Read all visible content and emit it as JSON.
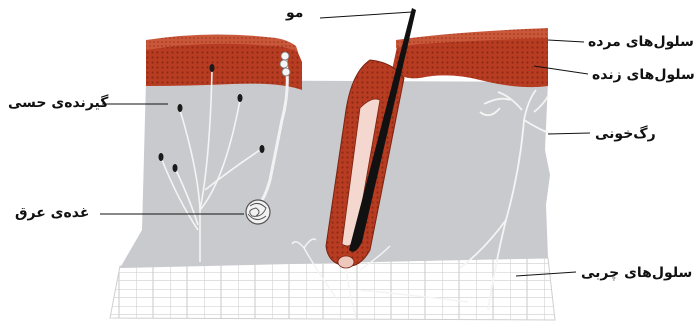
{
  "labels": {
    "hair": "مو",
    "dead_cells": "سلول‌های مرده",
    "live_cells": "سلول‌های زنده",
    "blood_vessel": "رگ‌خونی",
    "fat_cells": "سلول‌های چربی",
    "sensory_receptor": "گیرنده‌ی حسی",
    "sweat_gland": "غده‌ی عرق"
  },
  "colors": {
    "epidermis_dead": "#c0432a",
    "epidermis_live": "#b5391f",
    "dermis": "#c8cacd",
    "fat": "#ffffff",
    "hair": "#1a1a1a",
    "nerve": "#f4f4f4"
  }
}
